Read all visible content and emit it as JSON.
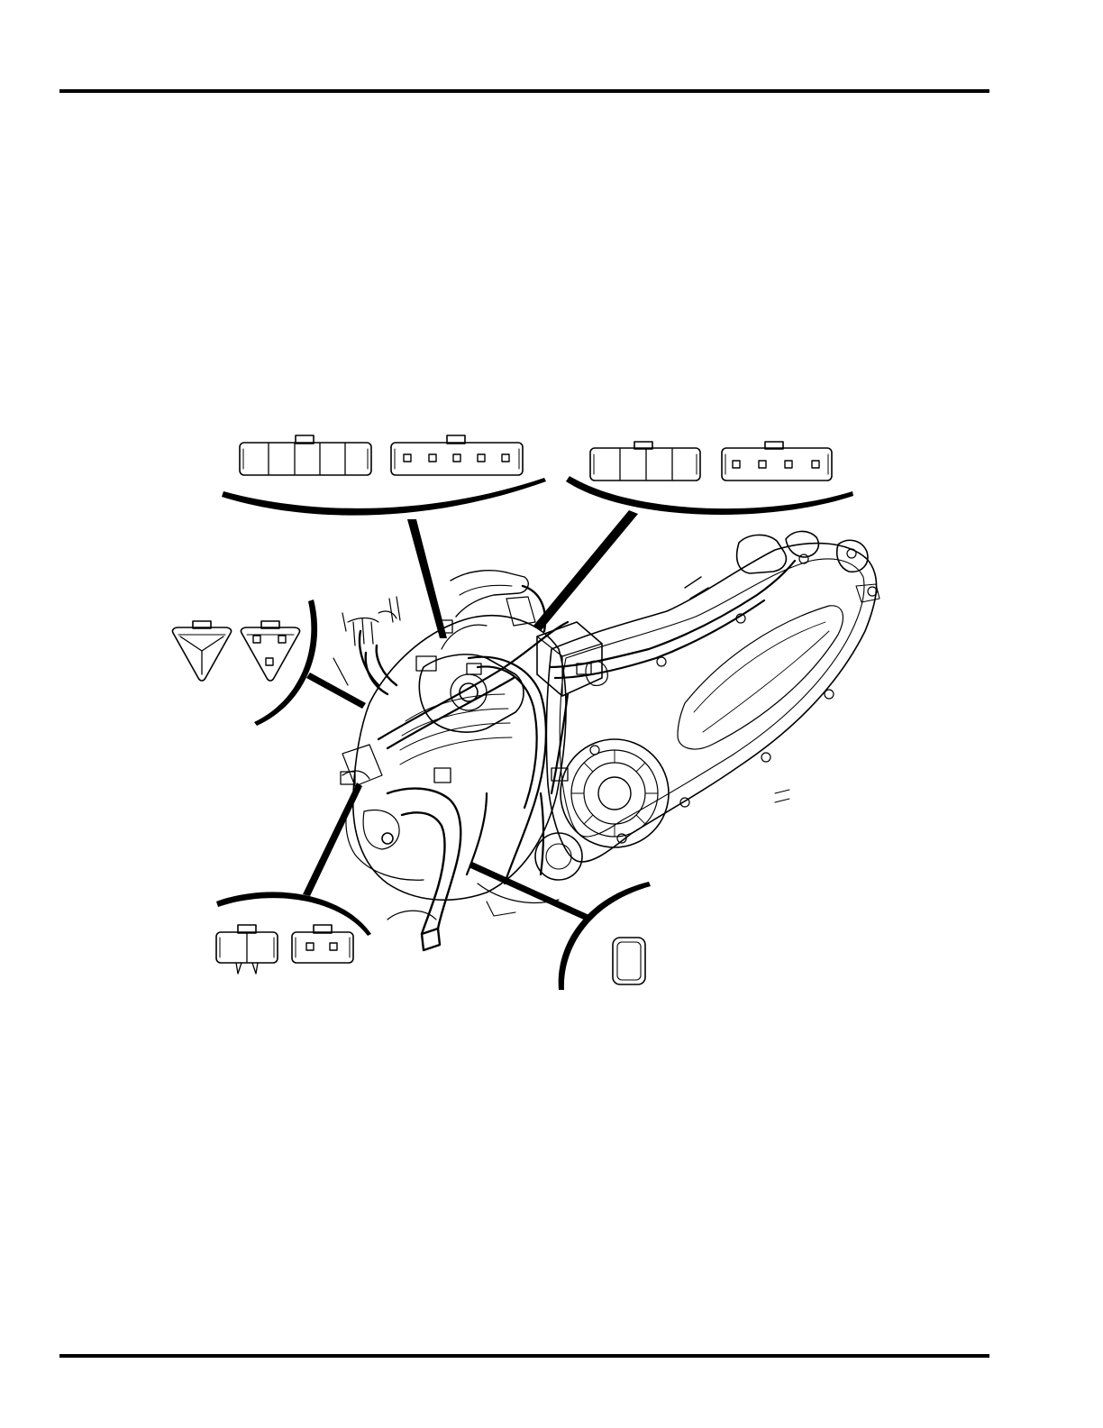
{
  "page": {
    "background": "#ffffff",
    "ink": "#000000"
  },
  "diagram": {
    "subject": "engine-wiring-harness-connector-locations",
    "callouts": [
      {
        "id": "connector-5p",
        "pins": 5,
        "shape": "rectangular"
      },
      {
        "id": "connector-4p",
        "pins": 4,
        "shape": "rectangular"
      },
      {
        "id": "connector-3p-triangular",
        "pins": 3,
        "shape": "triangular"
      },
      {
        "id": "connector-2p",
        "pins": 2,
        "shape": "rectangular"
      },
      {
        "id": "connector-1p",
        "pins": 1,
        "shape": "rounded"
      }
    ]
  }
}
